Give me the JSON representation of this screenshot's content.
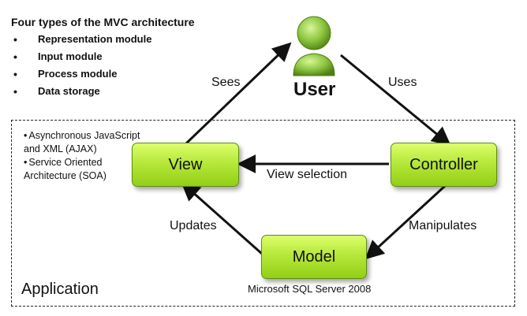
{
  "heading": "Four types of the MVC architecture",
  "types": [
    "Representation module",
    "Input module",
    "Process module",
    "Data storage"
  ],
  "user": {
    "label": "User"
  },
  "nodes": {
    "view": "View",
    "controller": "Controller",
    "model": "Model"
  },
  "edges": {
    "sees": "Sees",
    "uses": "Uses",
    "view_selection": "View selection",
    "updates": "Updates",
    "manipulates": "Manipulates"
  },
  "view_notes": [
    "Asynchronous JavaScript",
    "and XML (AJAX)",
    "Service Oriented",
    "Architecture (SOA)"
  ],
  "model_note": "Microsoft SQL Server 2008",
  "application_label": "Application",
  "colors": {
    "box_fill": "#b6e83c",
    "box_border": "#5f8d12",
    "user_green": "#8cc63f"
  }
}
